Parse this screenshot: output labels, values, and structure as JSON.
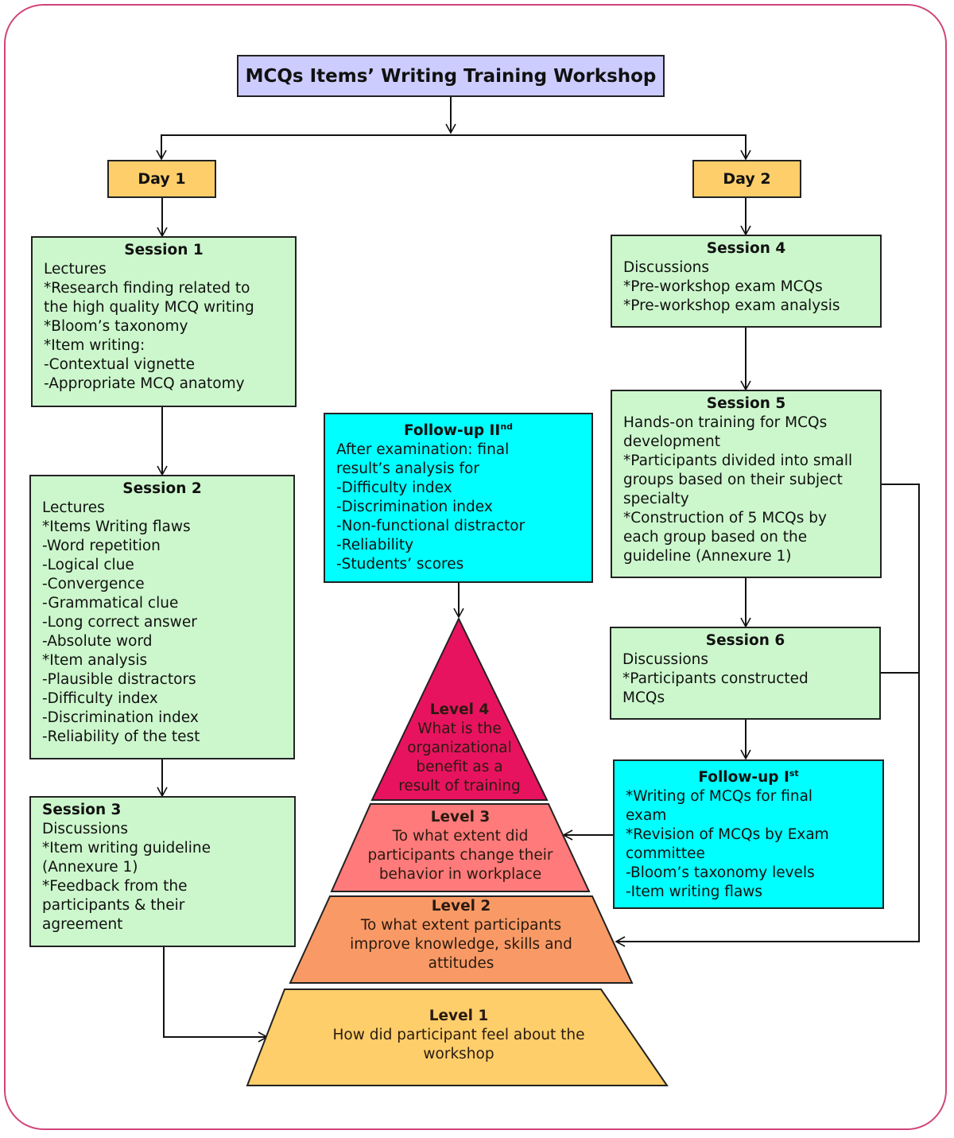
{
  "title": "MCQs Items’ Writing Training Workshop",
  "days": [
    {
      "label": "Day 1"
    },
    {
      "label": "Day 2"
    }
  ],
  "sessions": [
    {
      "title": "Session 1",
      "lines": [
        "Lectures",
        "*Research finding related to",
        "the high quality MCQ writing",
        "*Bloom’s taxonomy",
        "*Item  writing:",
        "-Contextual vignette",
        "-Appropriate MCQ anatomy"
      ]
    },
    {
      "title": "Session 2",
      "lines": [
        "Lectures",
        "*Items  Writing flaws",
        "-Word repetition",
        "-Logical clue",
        "-Convergence",
        "-Grammatical clue",
        "-Long correct answer",
        "-Absolute word",
        "*Item  analysis",
        "-Plausible distractors",
        "-Difficulty index",
        "-Discrimination index",
        "-Reliability of the test"
      ]
    },
    {
      "title": "Session 3",
      "lines": [
        "Discussions",
        "*Item  writing guideline",
        "(Annexure 1)",
        "*Feedback from the",
        "participants & their",
        "agreement"
      ]
    },
    {
      "title": "Session 4",
      "lines": [
        "Discussions",
        "*Pre-workshop exam MCQs",
        "*Pre-workshop exam analysis"
      ]
    },
    {
      "title": "Session 5",
      "lines": [
        "Hands-on training for MCQs",
        "development",
        "*Participants divided into small",
        "groups based on their subject",
        "specialty",
        "*Construction of 5 MCQs by",
        "each group based on  the",
        "guideline (Annexure 1)"
      ]
    },
    {
      "title": "Session 6",
      "lines": [
        "Discussions",
        "*Participants constructed",
        "MCQs"
      ]
    }
  ],
  "followups": [
    {
      "title": "Follow-up I",
      "sup": "st",
      "lines": [
        "*Writing of MCQs for final",
        "exam",
        "*Revision of MCQs by Exam",
        "committee",
        "-Bloom’s taxonomy  levels",
        "-Item  writing flaws"
      ]
    },
    {
      "title": "Follow-up II",
      "sup": "nd",
      "lines": [
        "After examination: final",
        "result’s analysis for",
        "-Difficulty index",
        "-Discrimination index",
        "-Non-functional distractor",
        "-Reliability",
        "-Students’ scores"
      ]
    }
  ],
  "levels": [
    {
      "title": "Level 4",
      "lines": [
        "What is the",
        "organizational",
        "benefit as a",
        "result of training"
      ],
      "color": "#e8135f"
    },
    {
      "title": "Level 3",
      "lines": [
        "To what extent  did",
        "participants change their",
        "behavior in workplace"
      ],
      "color": "#ff7a7a"
    },
    {
      "title": "Level 2",
      "lines": [
        "To what extent  participants",
        "improve knowledge, skills and",
        "attitudes"
      ],
      "color": "#f99a66"
    },
    {
      "title": "Level 1",
      "lines": [
        "How did participant feel about the",
        "workshop"
      ],
      "color": "#fdce6a"
    }
  ],
  "colors": {
    "title_box": "#ccccff",
    "day_box": "#fdce6a",
    "session_box": "#ccf7cc",
    "followup_box": "#00ffff",
    "frame_border": "#d0457a"
  }
}
